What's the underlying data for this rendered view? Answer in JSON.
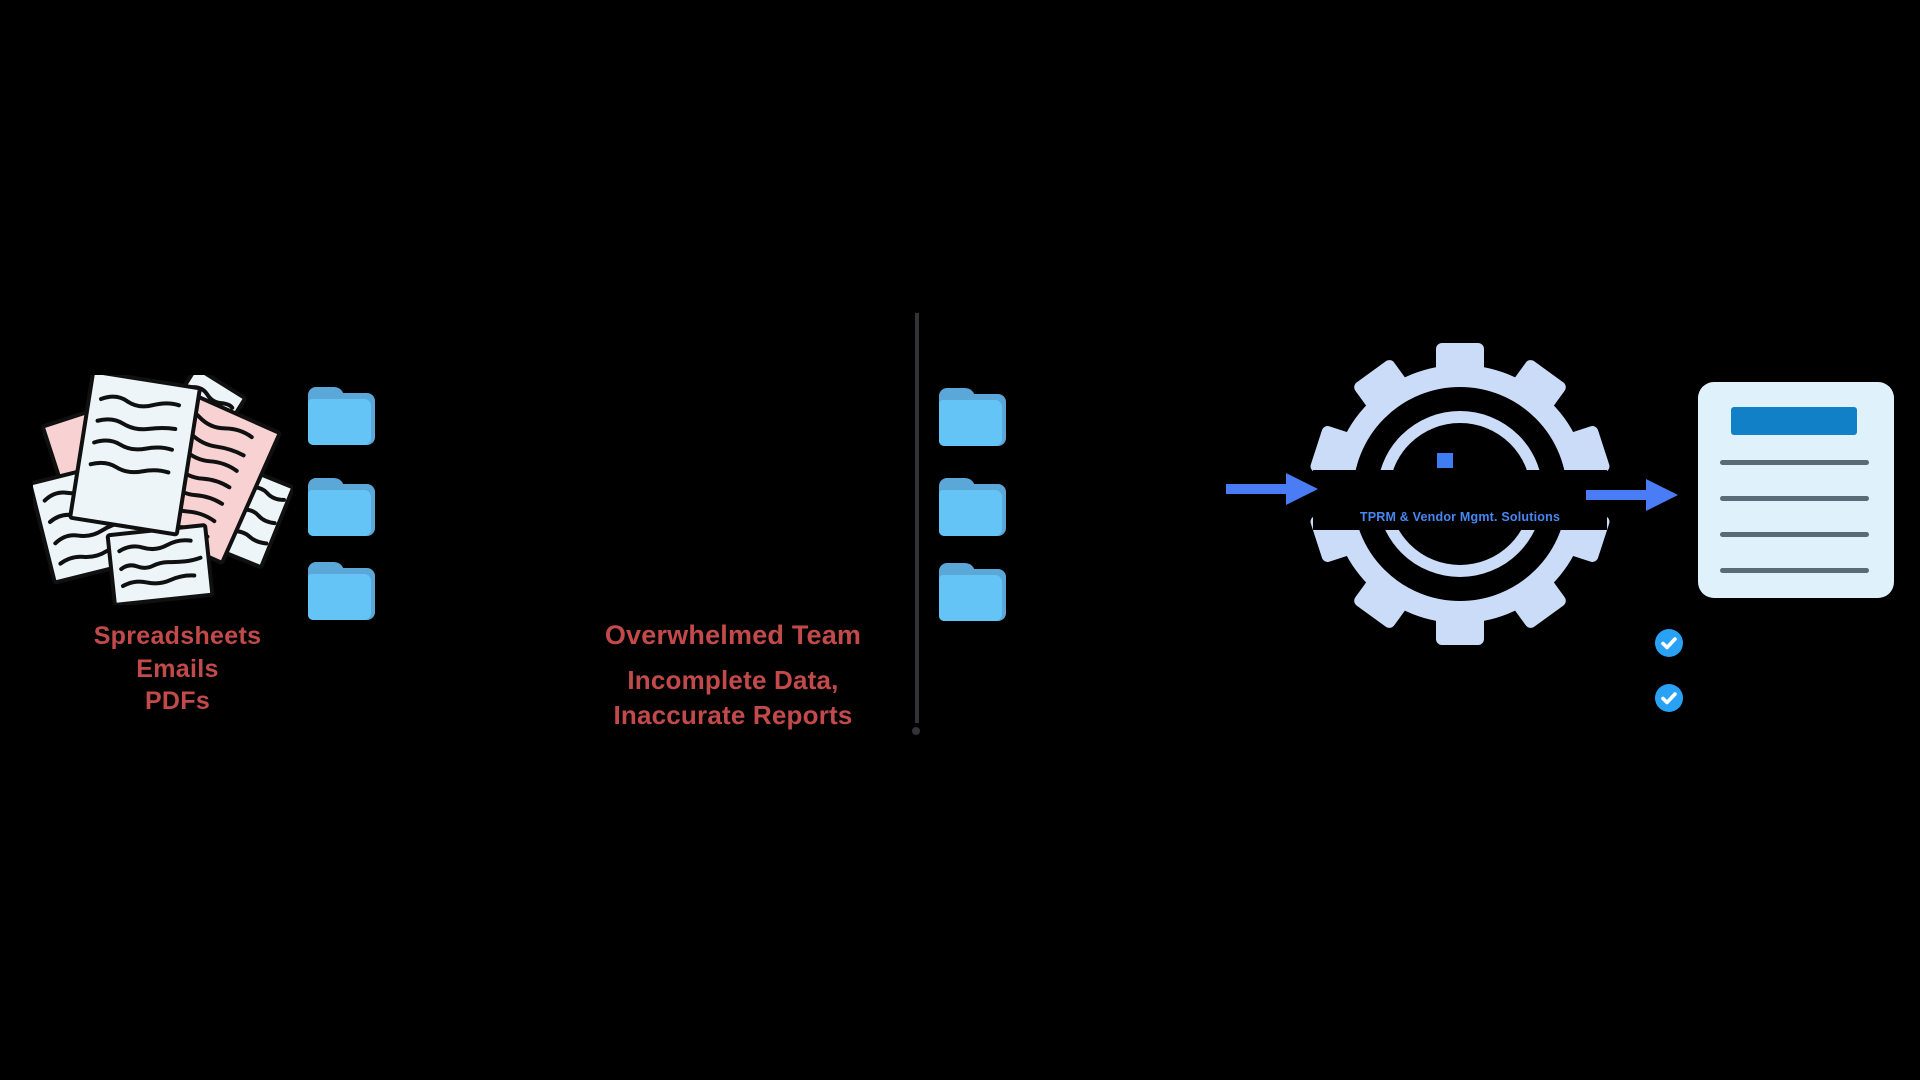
{
  "page": {
    "background": "#000000"
  },
  "captions": {
    "left": {
      "lines": [
        "Spreadsheets",
        "Emails",
        "PDFs"
      ],
      "color": "#C24A4A"
    },
    "middle": {
      "lines": [
        "Overwhelmed Team",
        "Incomplete Data,",
        "Inaccurate Reports"
      ],
      "color": "#C24A4A"
    }
  },
  "solution": {
    "gear_label": "TPRM & Vendor Mgmt. Solutions",
    "gear_label_color": "#4687F2"
  },
  "icons": {
    "left_side": [
      "documents-pile-icon",
      "folder-icon",
      "folder-icon",
      "folder-icon"
    ],
    "right_side": [
      "folder-icon",
      "folder-icon",
      "folder-icon",
      "arrow-right-icon",
      "gear-icon",
      "arrow-right-icon",
      "report-document-icon",
      "check-badge-icon",
      "check-badge-icon"
    ]
  },
  "colors": {
    "caption_red": "#C24A4A",
    "divider_gray": "#323237",
    "folder_front_blue": "#64C4F6",
    "folder_back_blue": "#5BA7D8",
    "paper_white": "#EDF5F9",
    "paper_pink": "#F8D2D2",
    "paper_ink": "#101010",
    "arrow_blue": "#4A7CF5",
    "gear_blue": "#CBDCF9",
    "gear_square_blue": "#3F7EF2",
    "report_bg": "#DFF1FB",
    "report_header_blue": "#1180C6",
    "report_line_gray": "#5A6B77",
    "badge_blue": "#29A2F6"
  }
}
